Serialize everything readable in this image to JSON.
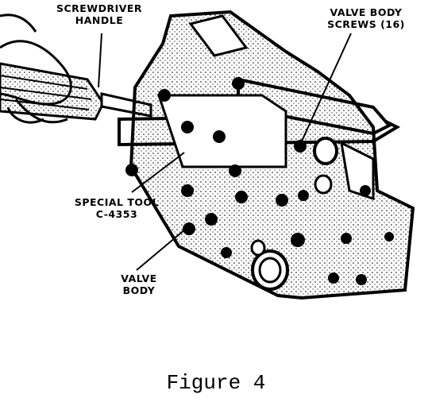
{
  "labels": {
    "screwdriver_handle": [
      "SCREWDRIVER",
      "HANDLE"
    ],
    "valve_body_screws": [
      "VALVE BODY",
      "SCREWS (16)"
    ],
    "special_tool": [
      "SPECIAL TOOL",
      "C-4353"
    ],
    "valve_body": [
      "VALVE",
      "BODY"
    ]
  },
  "caption": "Figure 4",
  "colors": {
    "ink": "#000000",
    "paper": "#ffffff"
  }
}
